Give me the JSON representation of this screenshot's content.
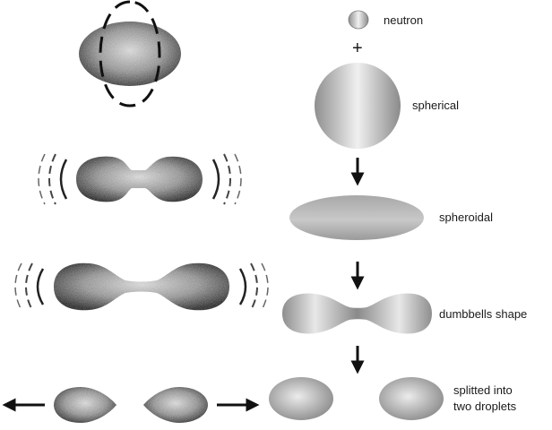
{
  "labels": {
    "neutron": "neutron",
    "plus": "+",
    "spherical": "spherical",
    "spheroidal": "spheroidal",
    "dumbbells": "dumbbells shape",
    "split_line1": "splitted into",
    "split_line2": "two droplets"
  }
}
